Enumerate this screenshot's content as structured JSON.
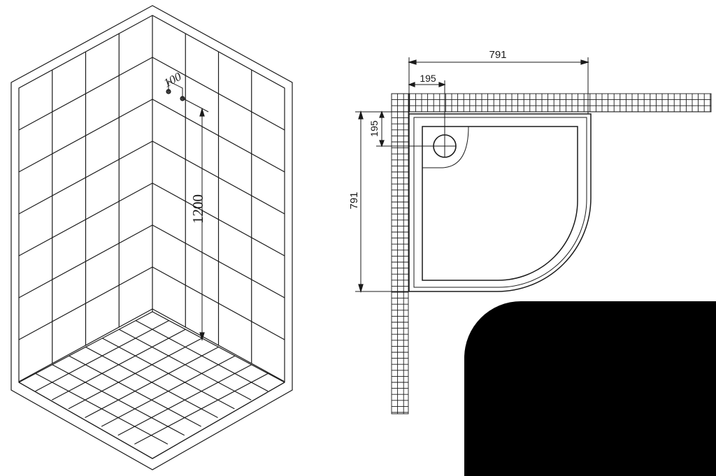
{
  "isometric_view": {
    "valve_spacing_label": "100",
    "height_label": "1200"
  },
  "plan_view": {
    "overall_width_label": "791",
    "overall_depth_label": "791",
    "drain_offset_x_label": "195",
    "drain_offset_y_label": "195"
  },
  "colors": {
    "line": "#1a1a1a",
    "background": "#ffffff",
    "corner_block": "#000000"
  }
}
